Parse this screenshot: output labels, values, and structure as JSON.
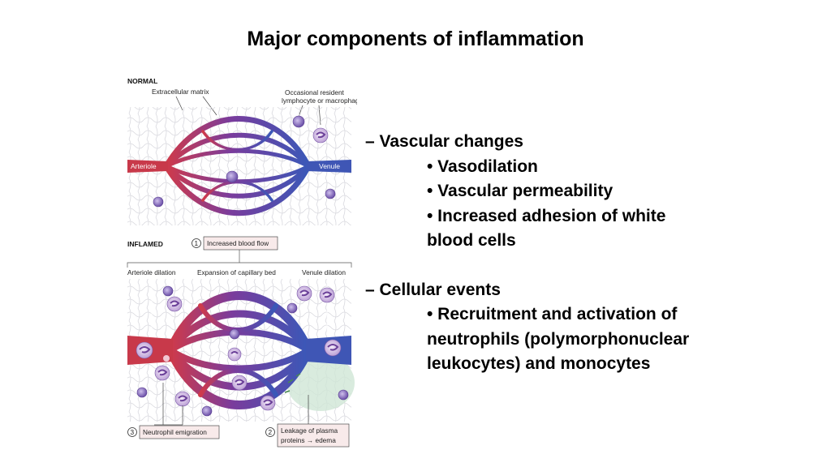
{
  "title": "Major components of inflammation",
  "diagram": {
    "normal": {
      "section_label": "NORMAL",
      "extracellular_matrix": "Extracellular matrix",
      "resident_cell_line1": "Occasional resident",
      "resident_cell_line2": "lymphocyte or macrophage",
      "arteriole": "Arteriole",
      "venule": "Venule"
    },
    "inflamed": {
      "section_label": "INFLAMED",
      "step1_number": "1",
      "step1_label": "Increased blood flow",
      "arteriole_dilation": "Arteriole dilation",
      "capillary_expansion": "Expansion of capillary bed",
      "venule_dilation": "Venule dilation",
      "step3_number": "3",
      "step3_label": "Neutrophil emigration",
      "step2_number": "2",
      "step2_line1": "Leakage of plasma",
      "step2_line2": "proteins",
      "step2_arrow": "→",
      "step2_line2_end": "edema"
    }
  },
  "outline": {
    "vascular": {
      "heading": "–  Vascular changes",
      "bullets": [
        "• Vasodilation",
        "• Vascular permeability",
        "• Increased adhesion of white",
        "blood cells"
      ]
    },
    "cellular": {
      "heading": "– Cellular events",
      "bullets": [
        "• Recruitment and activation of",
        "neutrophils (polymorphonuclear",
        "leukocytes) and monocytes"
      ]
    }
  },
  "colors": {
    "artery_red": "#c8394a",
    "vessel_purple": "#6a3fa0",
    "vein_blue": "#3f56b5",
    "cell_purple": "#8b63b8",
    "edema_green": "#cfe6d6"
  }
}
